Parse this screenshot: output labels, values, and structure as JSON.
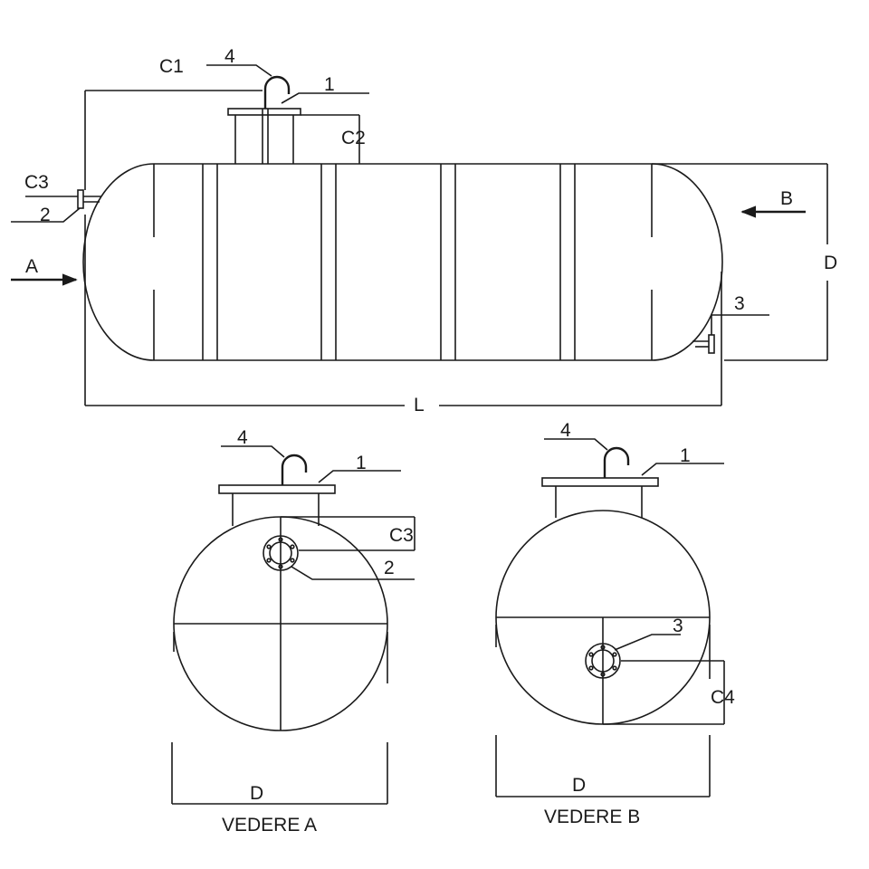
{
  "side_view": {
    "labels": {
      "c1": "C1",
      "c2": "C2",
      "c3": "C3",
      "n1": "1",
      "n2": "2",
      "n3": "3",
      "n4": "4",
      "arrow_a": "A",
      "arrow_b": "B",
      "diameter": "D",
      "length": "L"
    }
  },
  "view_a": {
    "labels": {
      "n4": "4",
      "n1": "1",
      "c3": "C3",
      "n2": "2",
      "diameter": "D"
    },
    "caption": "VEDERE A"
  },
  "view_b": {
    "labels": {
      "n4": "4",
      "n1": "1",
      "n3": "3",
      "c4": "C4",
      "diameter": "D"
    },
    "caption": "VEDERE B"
  }
}
